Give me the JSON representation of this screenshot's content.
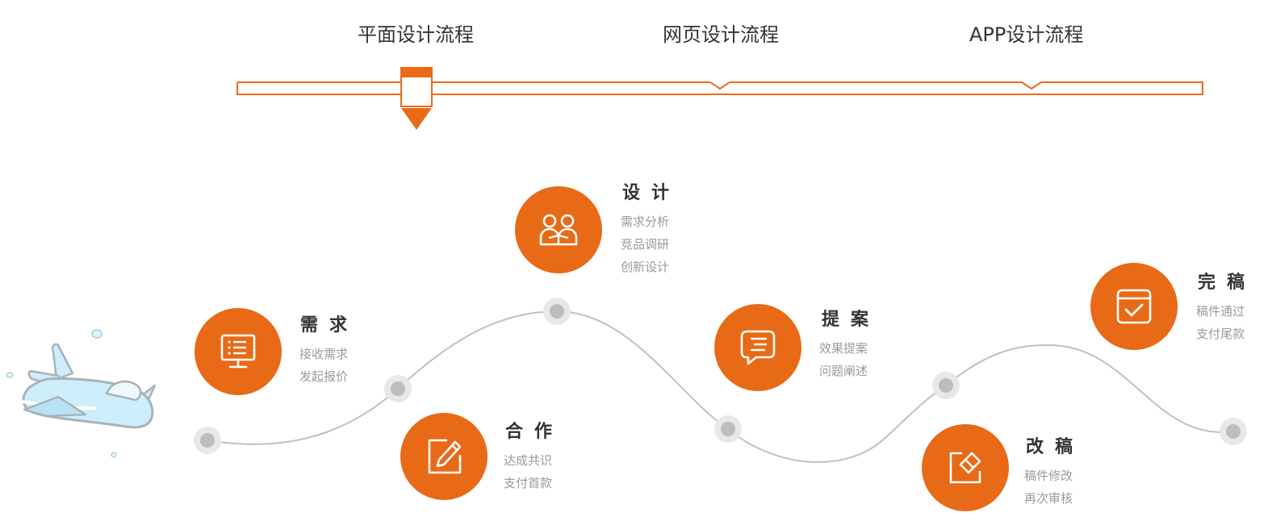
{
  "tabs": [
    {
      "label": "平面设计流程",
      "active": true
    },
    {
      "label": "网页设计流程",
      "active": false
    },
    {
      "label": "APP设计流程",
      "active": false
    }
  ],
  "colors": {
    "accent": "#e86a17",
    "text": "#333333",
    "muted": "#9a9a9a",
    "curve": "#c0c0c0",
    "node": "#bdbdbd",
    "node_halo": "#e8e8e8",
    "plane_fill": "#cdeefb",
    "plane_stroke": "#a9b2b8"
  },
  "steps": [
    {
      "id": "demand",
      "title": "需求",
      "icon": "monitor-list-icon",
      "lines": [
        "接收需求",
        "发起报价"
      ]
    },
    {
      "id": "cooperate",
      "title": "合作",
      "icon": "pencil-edit-icon",
      "lines": [
        "达成共识",
        "支付首款"
      ]
    },
    {
      "id": "design",
      "title": "设计",
      "icon": "people-icon",
      "lines": [
        "需求分析",
        "竞品调研",
        "创新设计"
      ]
    },
    {
      "id": "proposal",
      "title": "提案",
      "icon": "chat-bubble-icon",
      "lines": [
        "效果提案",
        "问题阐述"
      ]
    },
    {
      "id": "revise",
      "title": "改稿",
      "icon": "eraser-edit-icon",
      "lines": [
        "稿件修改",
        "再次审核"
      ]
    },
    {
      "id": "finish",
      "title": "完稿",
      "icon": "checked-calendar-icon",
      "lines": [
        "稿件通过",
        "支付尾款"
      ]
    }
  ]
}
